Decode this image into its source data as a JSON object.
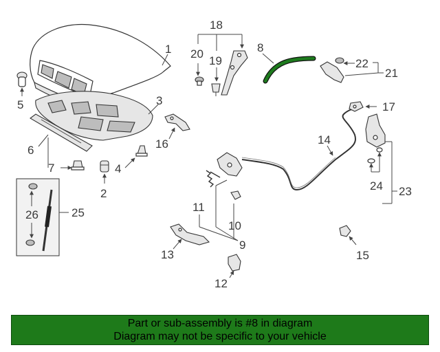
{
  "colors": {
    "highlight": "#1e7b1e",
    "footer_bg": "#1e7a1a",
    "line": "#444444"
  },
  "diagram": {
    "highlighted_part": "8",
    "labels": {
      "n1": "1",
      "n2": "2",
      "n3": "3",
      "n4": "4",
      "n5": "5",
      "n6": "6",
      "n7": "7",
      "n8": "8",
      "n9": "9",
      "n10": "10",
      "n11": "11",
      "n12": "12",
      "n13": "13",
      "n14": "14",
      "n15": "15",
      "n16": "16",
      "n17": "17",
      "n18": "18",
      "n19": "19",
      "n20": "20",
      "n21": "21",
      "n22": "22",
      "n23": "23",
      "n24": "24",
      "n25": "25",
      "n26": "26"
    }
  },
  "footer": {
    "line1": "Part or sub-assembly is #8 in diagram",
    "line2": "Diagram may not be specific to your vehicle"
  }
}
